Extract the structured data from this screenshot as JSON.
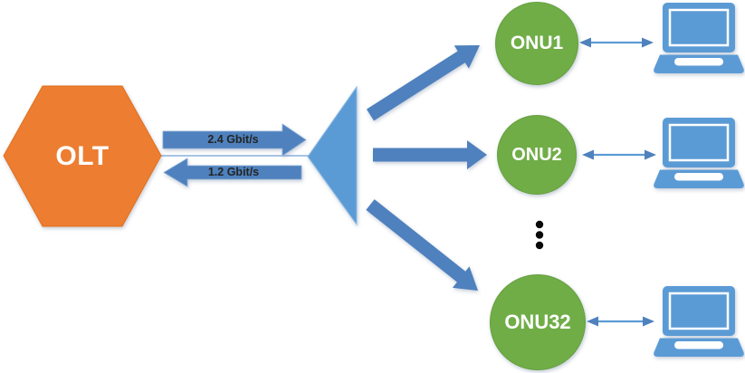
{
  "nodes": {
    "olt": {
      "label": "OLT",
      "shape": "hexagon",
      "fill": "#ED7D31",
      "text_color": "#FFFFFF"
    },
    "splitter": {
      "shape": "triangle",
      "fill": "#5B9BD5"
    },
    "onus": [
      {
        "label": "ONU1"
      },
      {
        "label": "ONU2"
      },
      {
        "label": "ONU32"
      }
    ],
    "onu_fill": "#70AD47",
    "onu_text_color": "#FFFFFF"
  },
  "links": {
    "downstream": {
      "label": "2.4 Gbit/s",
      "direction": "olt-to-splitter"
    },
    "upstream": {
      "label": "1.2 Gbit/s",
      "direction": "splitter-to-olt"
    },
    "arrow_fill": "#4E81BD",
    "trunk_line_color": "#A6C4E6",
    "label_text_color": "#242424"
  },
  "endpoints": {
    "icon": "laptop-icon",
    "count": 3,
    "fill": "#5B9BD5",
    "link_arrow_style": "double-headed"
  },
  "ellipsis": {
    "dots": 3,
    "color": "#000000"
  }
}
